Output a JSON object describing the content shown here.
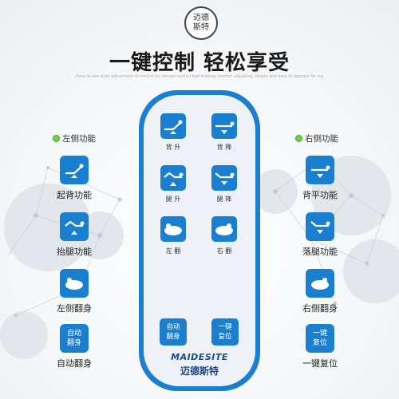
{
  "logo": {
    "line1": "迈德",
    "line2": "斯特"
  },
  "headline": "一键控制 轻松享受",
  "subline": "Easy to use style adjustment of control by remote control bed making comfort adjusting, simple and easy to operate for nursing",
  "remote": {
    "buttons": [
      {
        "label": "背 升",
        "icon": "back-raise-icon"
      },
      {
        "label": "背 降",
        "icon": "back-lower-icon"
      },
      {
        "label": "腿 升",
        "icon": "leg-raise-icon"
      },
      {
        "label": "腿 降",
        "icon": "leg-lower-icon"
      },
      {
        "label": "左 翻",
        "icon": "turn-left-icon"
      },
      {
        "label": "右 翻",
        "icon": "turn-right-icon"
      }
    ],
    "auto_turn": {
      "line1": "自动",
      "line2": "翻身"
    },
    "reset": {
      "line1": "一键",
      "line2": "复位"
    },
    "brand_en": "MAIDESITE",
    "brand_cn": "迈德斯特"
  },
  "left": {
    "title": "左侧功能",
    "items": [
      {
        "label": "起背功能",
        "icon": "back-raise-icon"
      },
      {
        "label": "抬腿功能",
        "icon": "leg-raise-icon"
      },
      {
        "label": "左侧翻身",
        "icon": "turn-left-icon"
      },
      {
        "label": "自动翻身",
        "btn1": "自动",
        "btn2": "翻身"
      }
    ]
  },
  "right": {
    "title": "右侧功能",
    "items": [
      {
        "label": "背平功能",
        "icon": "back-lower-icon"
      },
      {
        "label": "落腿功能",
        "icon": "leg-lower-icon"
      },
      {
        "label": "右侧翻身",
        "icon": "turn-right-icon"
      },
      {
        "label": "一键复位",
        "btn1": "一键",
        "btn2": "复位"
      }
    ]
  },
  "colors": {
    "accent": "#1a7fce",
    "brand": "#1f4a8a",
    "dot": "#6cd24a"
  }
}
